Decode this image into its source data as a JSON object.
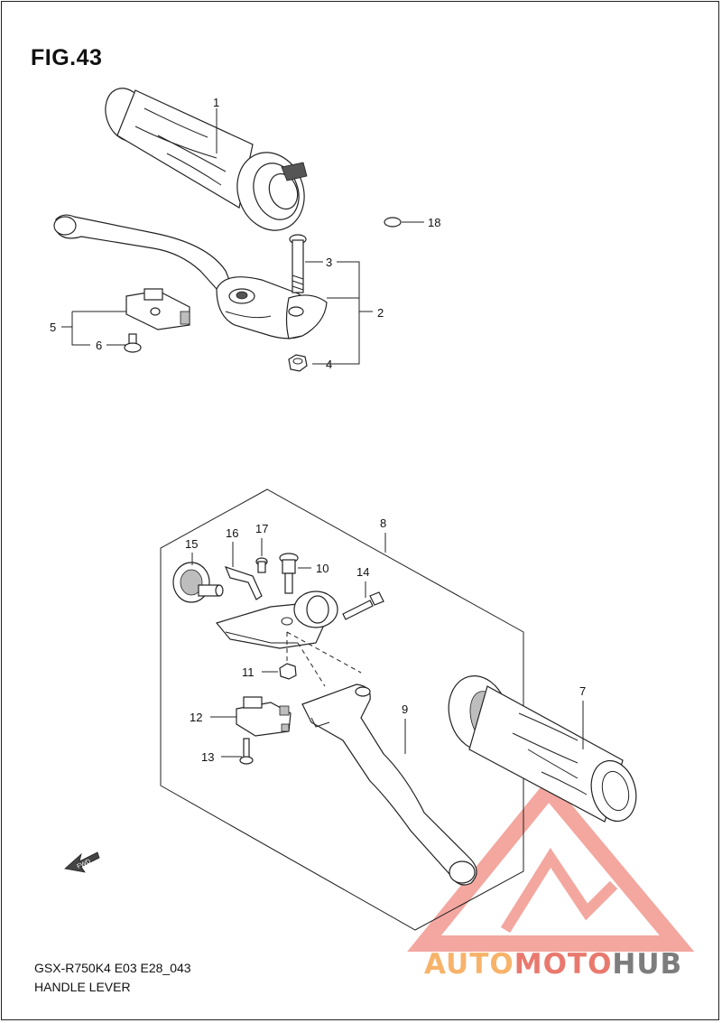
{
  "figure_title": "FIG.43",
  "model_code": "GSX-R750K4 E03 E28_043",
  "part_name": "HANDLE LEVER",
  "watermark": {
    "part_a": "AUTO",
    "part_b": "MOTO",
    "part_c": "HUB",
    "colors": {
      "auto": "#f7b36a",
      "moto": "#e9796e",
      "hub": "#7d7d7d",
      "triangle": "#f08a80"
    }
  },
  "fwd_label": "FWD",
  "callouts": {
    "c1": "1",
    "c2": "2",
    "c3": "3",
    "c4": "4",
    "c5": "5",
    "c6": "6",
    "c7": "7",
    "c8": "8",
    "c9": "9",
    "c10": "10",
    "c11": "11",
    "c12": "12",
    "c13": "13",
    "c14": "14",
    "c15": "15",
    "c16": "16",
    "c17": "17",
    "c18": "18"
  }
}
